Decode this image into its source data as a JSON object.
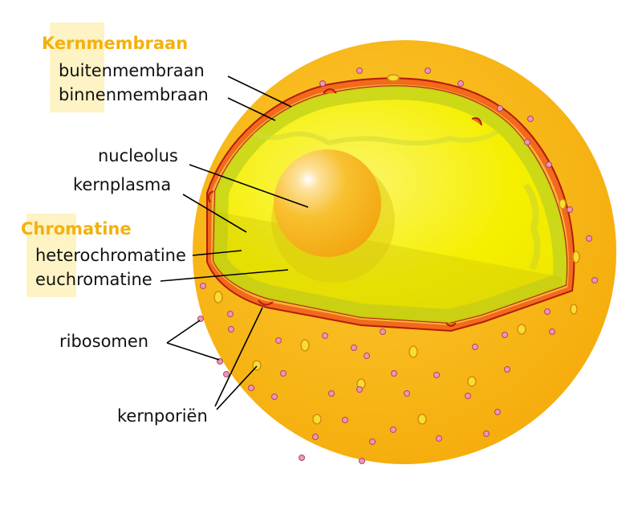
{
  "colors": {
    "cytoplasm": "#f9b50f",
    "nucleoplasm": "#f5f000",
    "heterochromatin": "#c6d51b",
    "membrane": "#f26a1b",
    "membrane_edge": "#b21c0d",
    "nucleolus": "#f6b21c",
    "ribosome": "#e79ab6",
    "heading": "#f3b10c",
    "highlight": "#fdf3c4"
  },
  "labels": {
    "nuclear_envelope": "Kernmembraan",
    "outer_membrane": "buitenmembraan",
    "inner_membrane": "binnenmembraan",
    "nucleolus": "nucleolus",
    "nucleoplasm": "kernplasma",
    "chromatin": "Chromatine",
    "heterochromatin": "heterochromatine",
    "euchromatin": "euchromatine",
    "ribosomes": "ribosomen",
    "nuclear_pores": "kernporiën"
  }
}
